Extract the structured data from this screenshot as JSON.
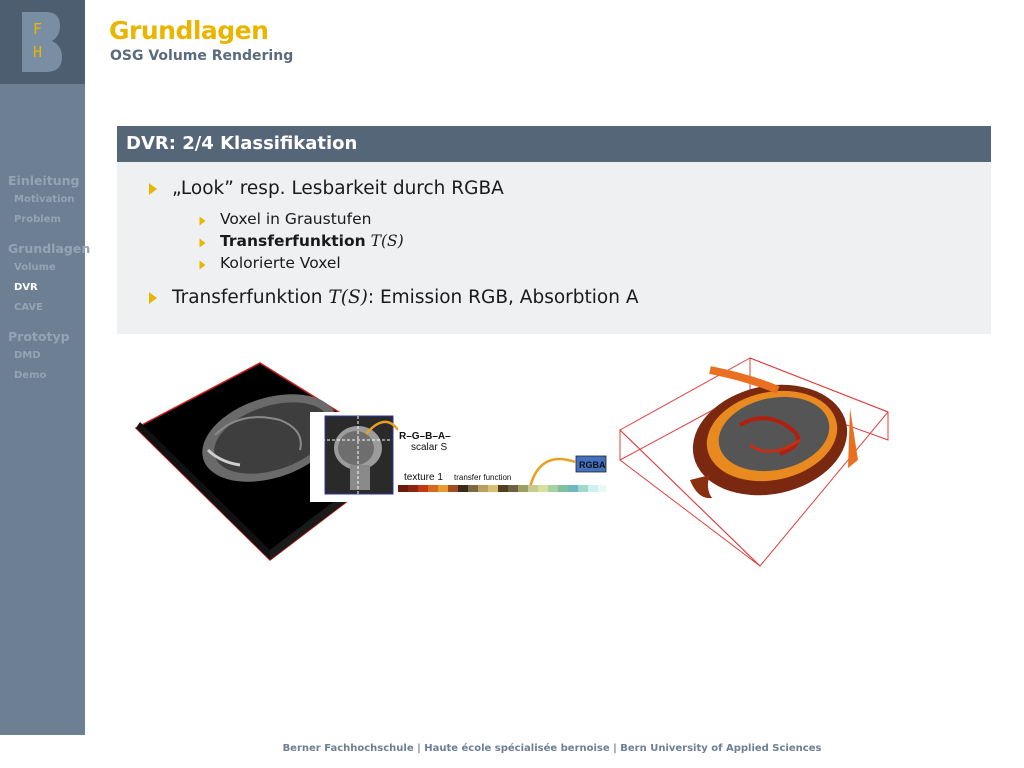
{
  "logo": {
    "letter_top": "F",
    "letter_bottom": "H"
  },
  "header": {
    "title": "Grundlagen",
    "subtitle": "OSG Volume Rendering"
  },
  "sidebar": {
    "sections": [
      {
        "label": "Einleitung",
        "items": [
          {
            "label": "Motivation"
          },
          {
            "label": "Problem"
          }
        ]
      },
      {
        "label": "Grundlagen",
        "items": [
          {
            "label": "Volume"
          },
          {
            "label": "DVR"
          },
          {
            "label": "CAVE"
          }
        ]
      },
      {
        "label": "Prototyp",
        "items": [
          {
            "label": "DMD"
          },
          {
            "label": "Demo"
          }
        ]
      }
    ],
    "active_item": "DVR"
  },
  "block": {
    "title": "DVR: 2/4 Klassifikation",
    "bullet1": "„Look” resp. Lesbarkeit durch RGBA",
    "sub1": "Voxel in Graustufen",
    "sub2_text": "Transferfunktion",
    "sub2_math": "T(S)",
    "sub3": "Kolorierte Voxel",
    "bullet2_pre": "Transferfunktion",
    "bullet2_math": "T(S)",
    "bullet2_post": ": Emission RGB, Absorbtion A"
  },
  "figure": {
    "label_rgba_chain": "R–G–B–A–",
    "label_scalar": "scalar S",
    "label_texture": "texture 1",
    "label_transfer": "transfer function",
    "label_rgba_box": "RGBA"
  },
  "colors": {
    "accent": "#e8b500",
    "sidebar": "#6c7f93",
    "block_header": "#556678",
    "block_body": "#eef0f2"
  },
  "footer": {
    "text": "Berner Fachhochschule | Haute école spécialisée bernoise | Bern University of Applied Sciences"
  }
}
